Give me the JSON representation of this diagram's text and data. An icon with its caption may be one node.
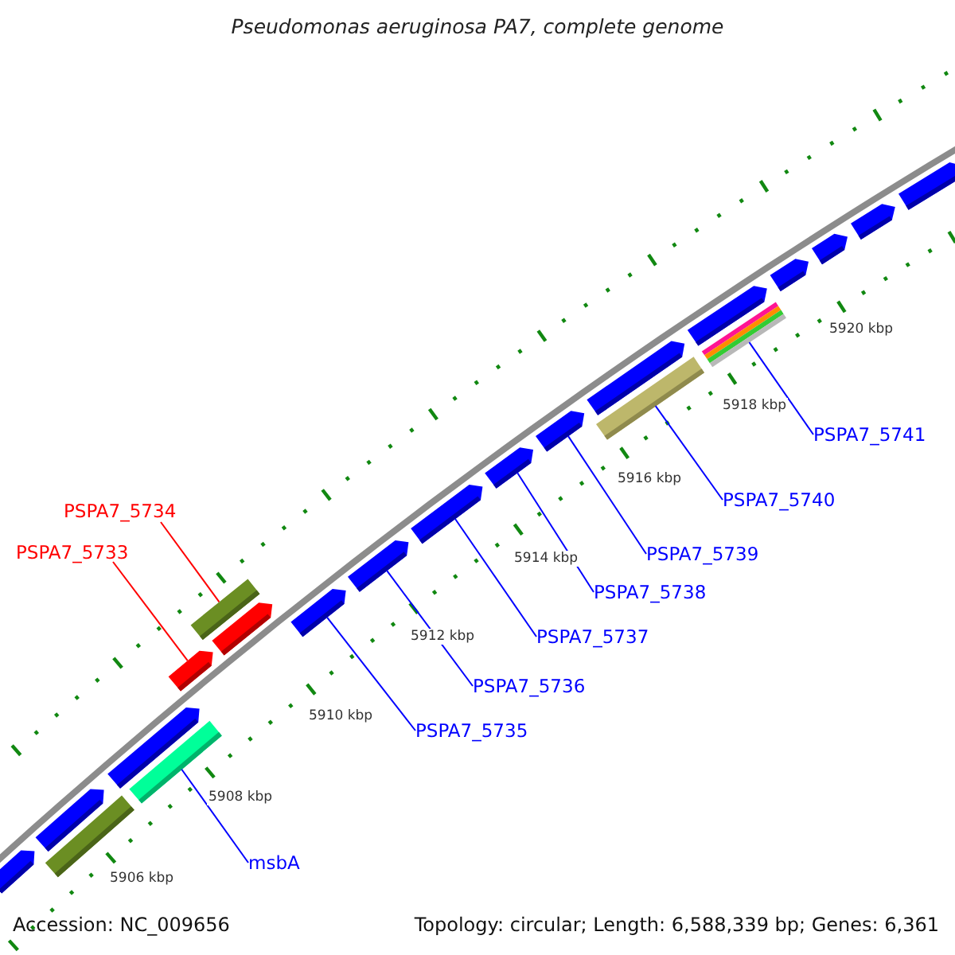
{
  "diagram": {
    "title": "Pseudomonas aeruginosa PA7, complete genome",
    "nodes": [
      {
        "text": [
          "PSPA7_5733"
        ]
      },
      {
        "text": [
          "PSPA7_5734"
        ]
      },
      {
        "text": [
          "PSPA7_5735"
        ]
      },
      {
        "text": [
          "PSPA7_5736"
        ]
      },
      {
        "text": [
          "PSPA7_5737"
        ]
      },
      {
        "text": [
          "PSPA7_5738"
        ]
      },
      {
        "text": [
          "PSPA7_5739"
        ]
      },
      {
        "text": [
          "PSPA7_5740"
        ]
      },
      {
        "text": [
          "PSPA7_5741"
        ]
      },
      {
        "text": [
          "msbA"
        ]
      },
      {
        "text": [],
        "shape": "arrow"
      },
      {
        "text": [],
        "shape": "bar"
      },
      {
        "text": [],
        "shape": "arrow"
      },
      {
        "text": [],
        "shape": "arrow"
      },
      {
        "text": [],
        "shape": "bar"
      },
      {
        "text": [],
        "shape": "arrow"
      },
      {
        "text": [],
        "shape": "bar"
      },
      {
        "text": [],
        "shape": "arrow"
      },
      {
        "text": [],
        "shape": "arrow"
      },
      {
        "text": [],
        "shape": "arrow"
      },
      {
        "text": [],
        "shape": "arrow"
      },
      {
        "text": [],
        "shape": "arrow"
      },
      {
        "text": [],
        "shape": "arrow"
      },
      {
        "text": [],
        "shape": "bar"
      },
      {
        "text": [],
        "shape": "arrow"
      },
      {
        "text": [],
        "shape": "bar"
      },
      {
        "text": [],
        "shape": "arrow"
      },
      {
        "text": [],
        "shape": "arrow"
      },
      {
        "text": [],
        "shape": "arrow"
      },
      {
        "text": [],
        "shape": "arrow"
      },
      {
        "text": [],
        "shape": "arrow"
      }
    ],
    "edges": [
      {
        "from": 0,
        "to": 15,
        "arrow": "none",
        "color": "#ff0000"
      },
      {
        "from": 1,
        "to": 16,
        "arrow": "none",
        "color": "#ff0000"
      },
      {
        "from": 2,
        "to": 18,
        "arrow": "none"
      },
      {
        "from": 3,
        "to": 19,
        "arrow": "none"
      },
      {
        "from": 4,
        "to": 20,
        "arrow": "none"
      },
      {
        "from": 5,
        "to": 21,
        "arrow": "none"
      },
      {
        "from": 6,
        "to": 22,
        "arrow": "none"
      },
      {
        "from": 7,
        "to": 23,
        "arrow": "none"
      },
      {
        "from": 8,
        "to": 25,
        "arrow": "none"
      },
      {
        "from": 9,
        "to": 14,
        "arrow": "none"
      }
    ],
    "labels": [
      "5920 kbp",
      "5918 kbp",
      "5916 kbp",
      "5914 kbp",
      "5912 kbp",
      "5910 kbp",
      "5908 kbp",
      "5906 kbp",
      "Accession: NC_009656",
      "Topology: circular; Length: 6,588,339 bp; Genes: 6,361"
    ]
  }
}
